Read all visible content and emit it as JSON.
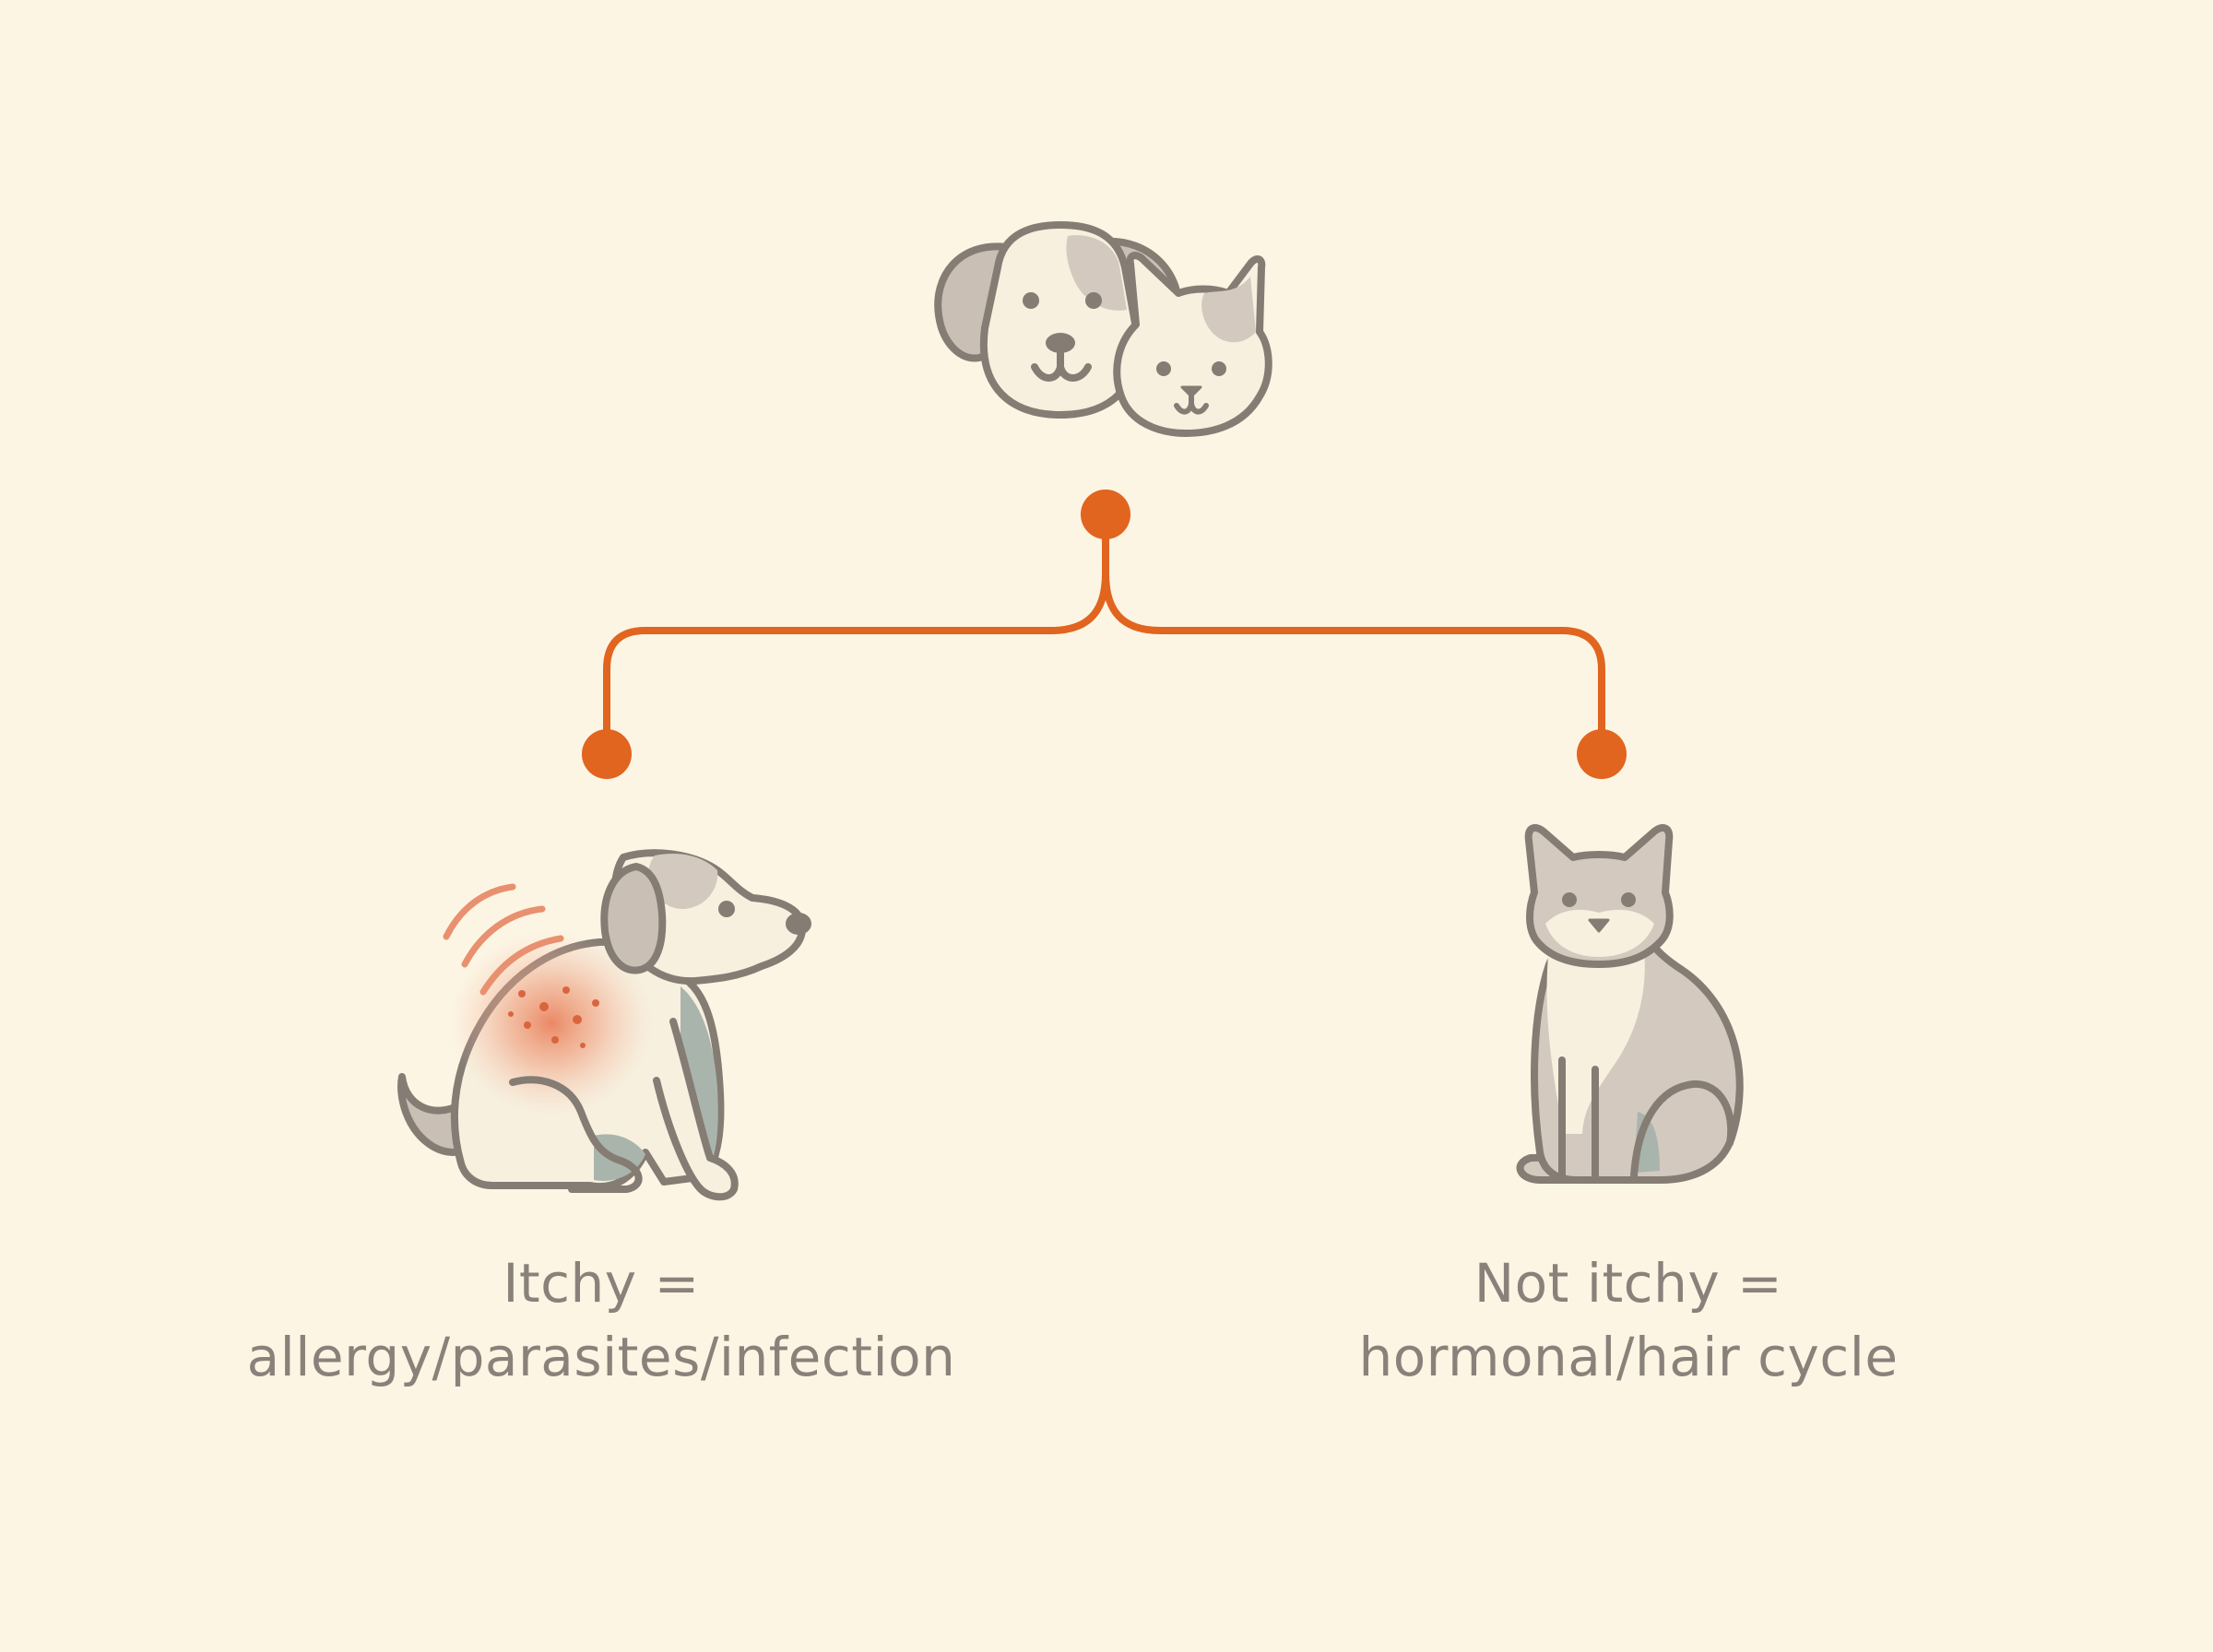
{
  "branches": [
    {
      "label_line1": "Itchy =",
      "label_line2": "allergy/parasites/infection"
    },
    {
      "label_line1": "Not itchy =",
      "label_line2": "hormonal/hair cycle"
    }
  ],
  "colors": {
    "background": "#fcf5e4",
    "connector": "#e1641f",
    "outline": "#857c74",
    "fur_light": "#f7f0df",
    "fur_grey": "#d3c9bf",
    "shadow_teal": "#a9b5ac",
    "irritation": "#e8764f",
    "text": "#8a817a"
  },
  "icons": [
    "dog-and-cat-face-icon",
    "scratching-dog-icon",
    "sitting-cat-icon"
  ]
}
